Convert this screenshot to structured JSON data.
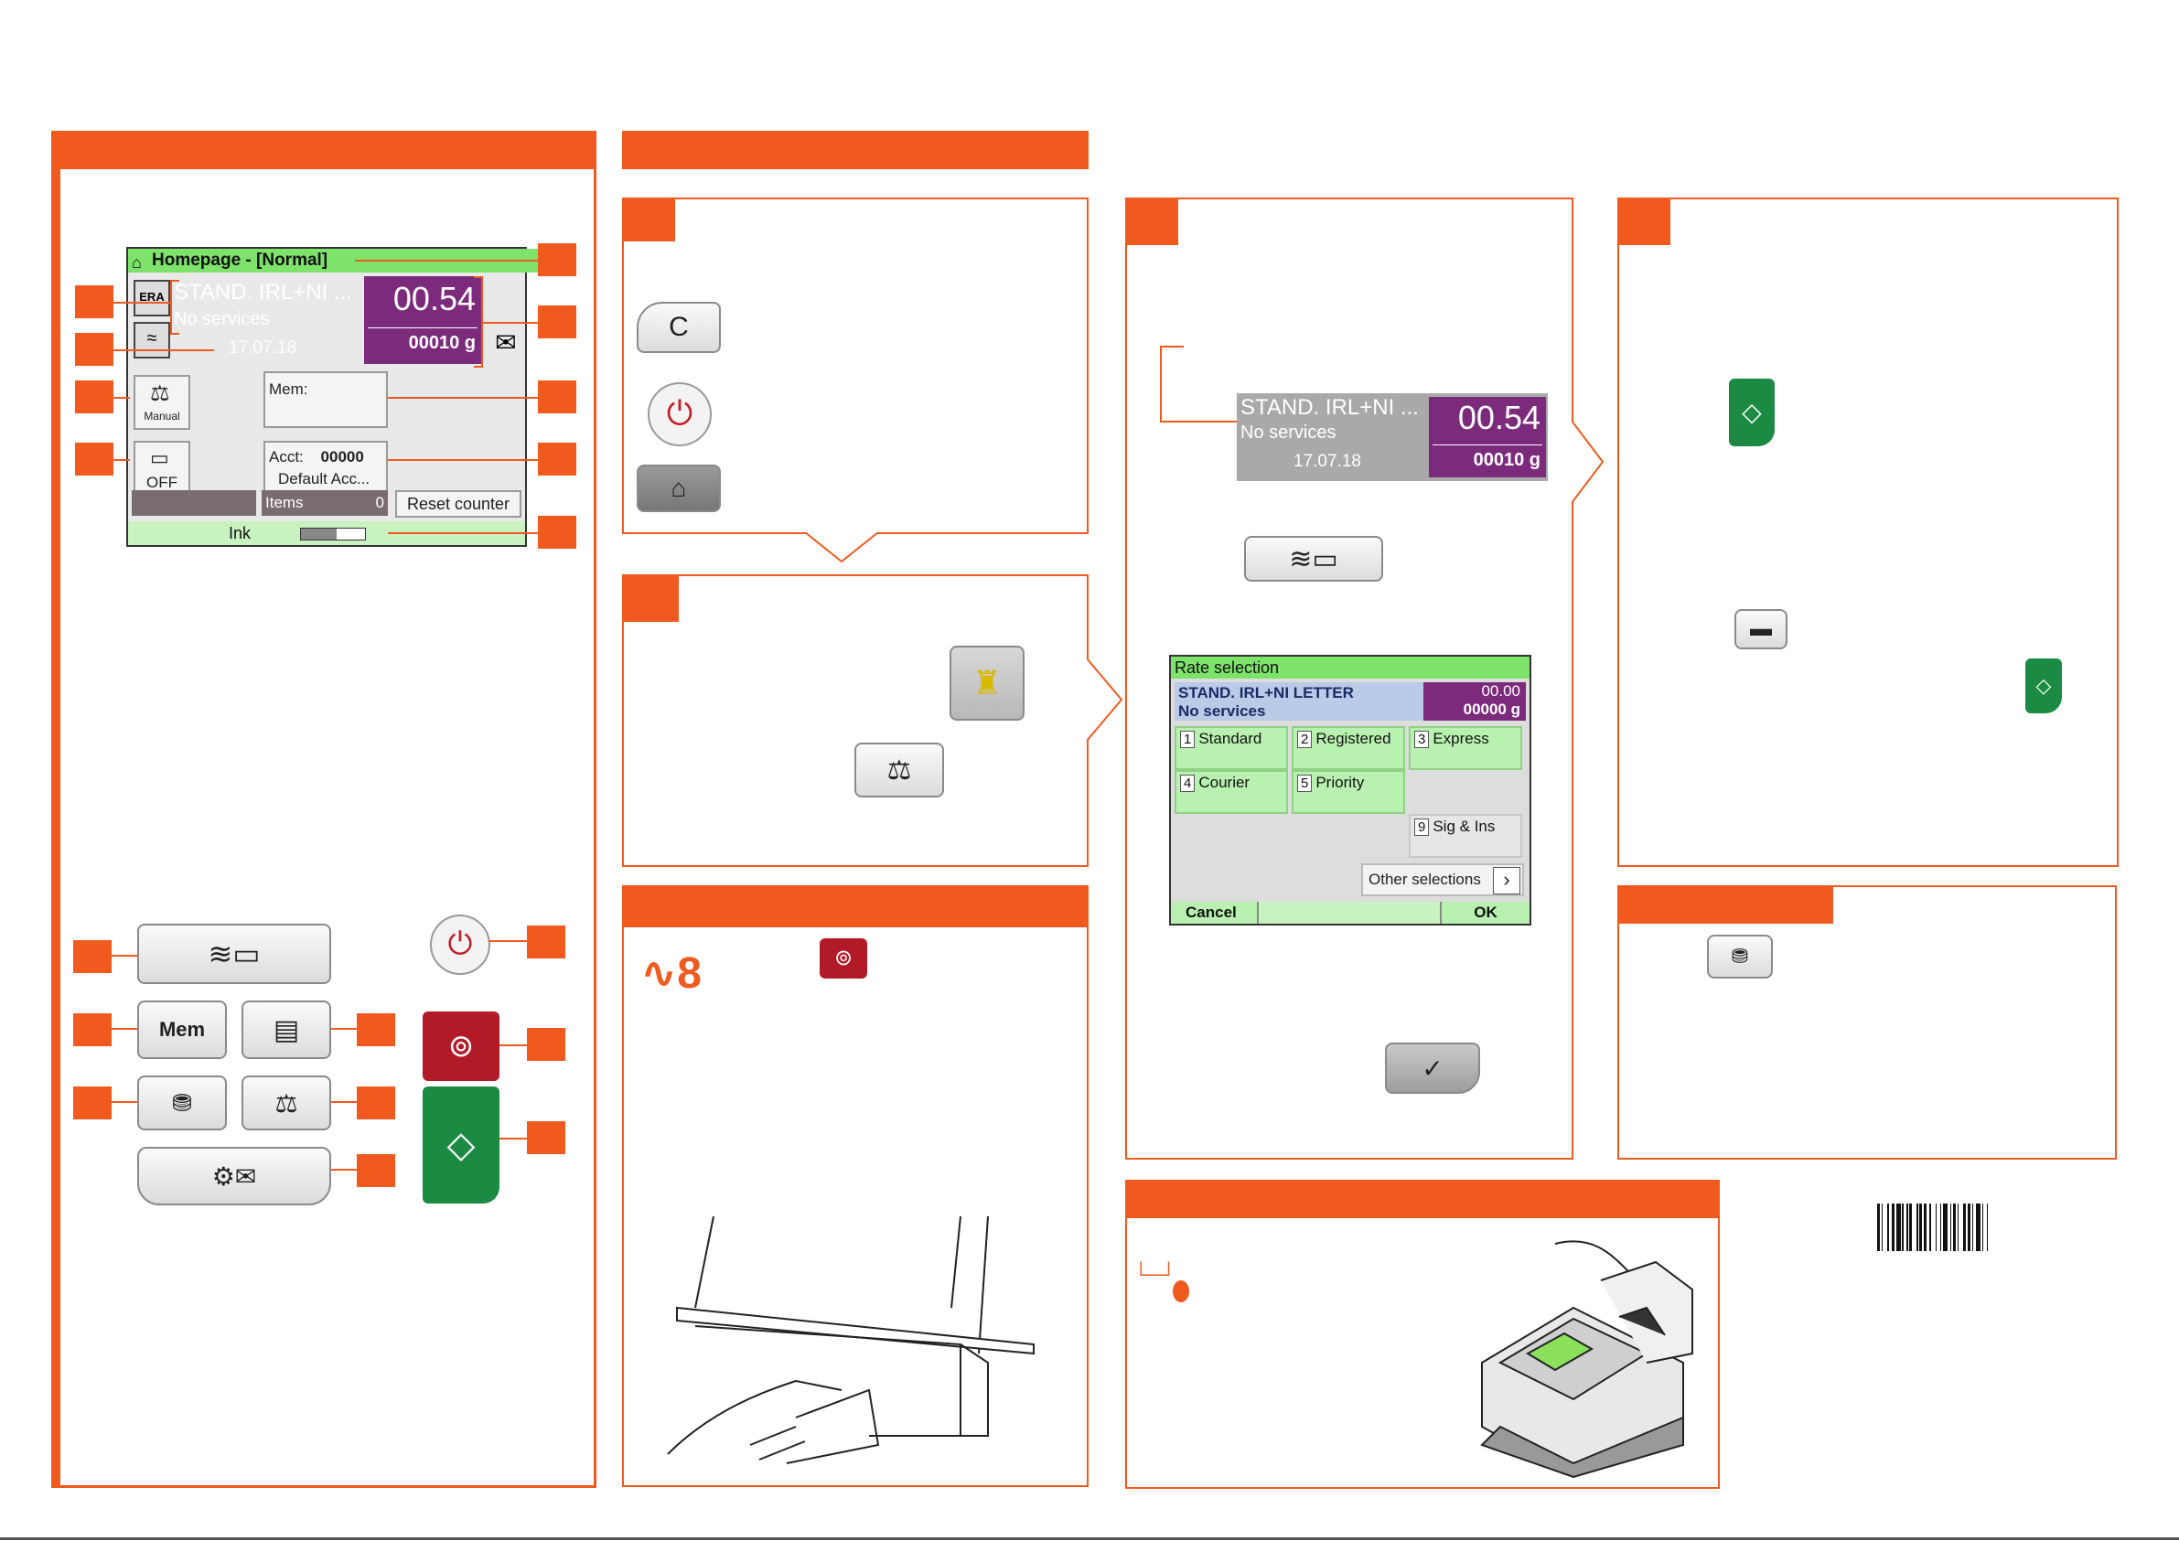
{
  "homescreen": {
    "title": "Homepage - [Normal]",
    "rate_line1": "STAND. IRL+NI ...",
    "rate_line2": "No services",
    "date": "17.07.18",
    "postage": "00.54",
    "weight": "00010 g",
    "era_label": "ERA",
    "weigh_mode": "Manual",
    "imprint_status": "OFF",
    "mem_label": "Mem:",
    "acct_label": "Acct:",
    "acct_number": "00000",
    "acct_name": "Default Acc...",
    "items_label": "Items",
    "items_value": "0",
    "reset_button": "Reset counter",
    "ink_label": "Ink",
    "ink_level_fraction": 0.55
  },
  "keypad": {
    "mem_label": "Mem"
  },
  "step_keys": {
    "clear_label": "C"
  },
  "step3_screen": {
    "rate_line1": "STAND. IRL+NI ...",
    "rate_line2": "No services",
    "date": "17.07.18",
    "postage": "00.54",
    "weight": "00010 g"
  },
  "rate_selection": {
    "title": "Rate selection",
    "rate_line1": "STAND. IRL+NI LETTER",
    "rate_line2": "No services",
    "postage": "00.00",
    "weight": "00000 g",
    "options": [
      {
        "num": "1",
        "label": "Standard"
      },
      {
        "num": "2",
        "label": "Registered"
      },
      {
        "num": "3",
        "label": "Express"
      },
      {
        "num": "4",
        "label": "Courier"
      },
      {
        "num": "5",
        "label": "Priority"
      },
      {
        "num": "9",
        "label": "Sig & Ins"
      }
    ],
    "other_selections": "Other selections",
    "cancel": "Cancel",
    "ok": "OK"
  },
  "colors": {
    "accent": "#f05a1e",
    "screen_green": "#7de36a",
    "postage_purple": "#7c2b7c",
    "start_green": "#1b8a42",
    "stop_red": "#b31a28"
  }
}
